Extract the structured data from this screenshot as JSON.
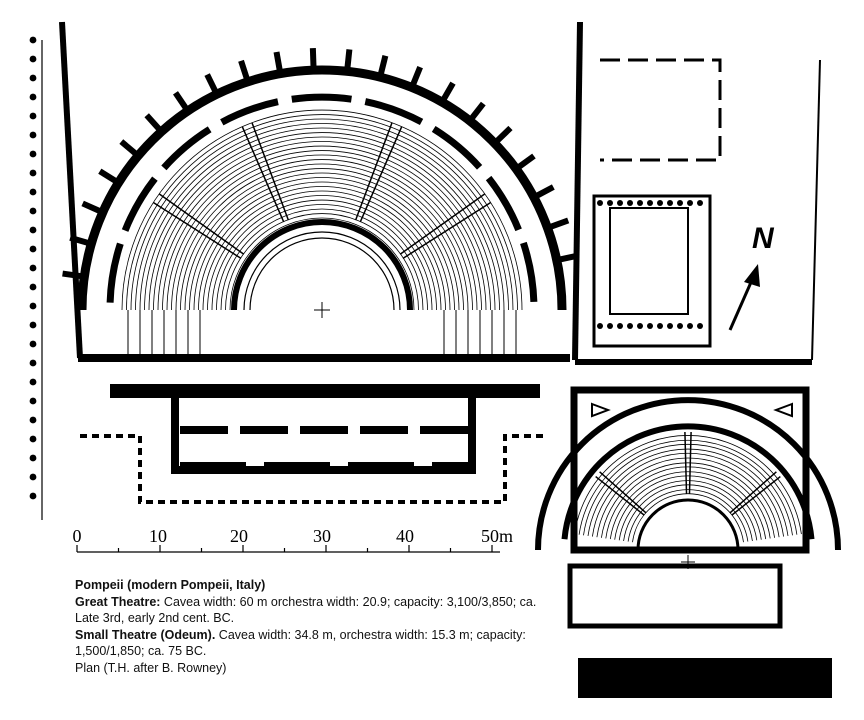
{
  "figure": {
    "north_label": "N",
    "scale": {
      "ticks": [
        "0",
        "10",
        "20",
        "30",
        "40",
        "50m"
      ]
    },
    "caption": {
      "title": "Pompeii (modern Pompeii, Italy)",
      "great_label": "Great Theatre:",
      "great_text": " Cavea width: 60 m orchestra width: 20.9; capacity: 3,100/3,850; ca. Late 3rd, early 2nd cent. BC.",
      "small_label": "Small Theatre (Odeum).",
      "small_text": " Cavea width: 34.8 m, orchestra width: 15.3 m; capacity: 1,500/1,850; ca. 75 BC.",
      "credit": "Plan (T.H. after B. Rowney)"
    }
  }
}
